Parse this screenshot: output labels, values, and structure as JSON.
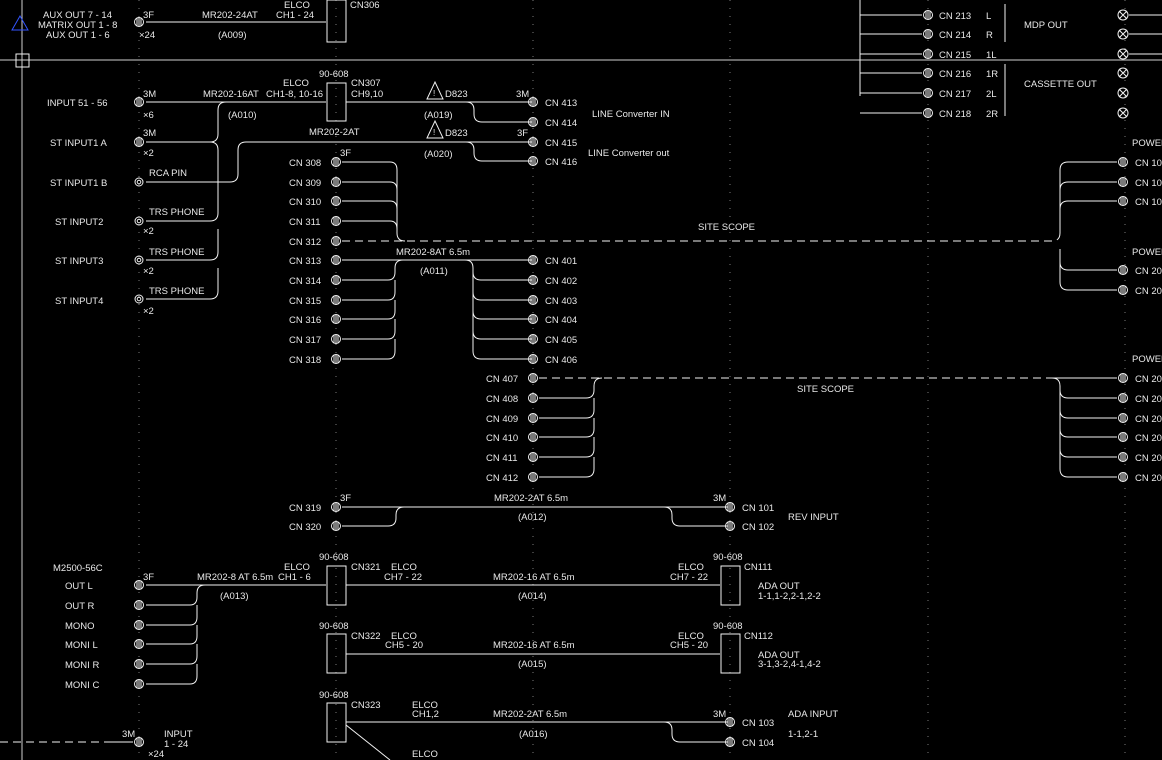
{
  "top_left": {
    "aux_out_7_14": "AUX OUT 7 - 14",
    "matrix_out": "MATRIX OUT 1 - 8",
    "aux_out_1_6": "AUX OUT 1 - 6",
    "len": "3F",
    "qty": "×24",
    "cable": "MR202-24AT",
    "code": "(A009)",
    "elco": "ELCO",
    "ch": "CH1 - 24",
    "cn": "CN306"
  },
  "top_right": {
    "mdp_title": "MDP OUT",
    "cassette_title": "CASSETTE OUT",
    "rows": [
      {
        "cn": "CN 213",
        "tag": "L"
      },
      {
        "cn": "CN 214",
        "tag": "R"
      },
      {
        "cn": "CN 215",
        "tag": "1L"
      },
      {
        "cn": "CN 216",
        "tag": "1R"
      },
      {
        "cn": "CN 217",
        "tag": "2L"
      },
      {
        "cn": "CN 218",
        "tag": "2R"
      }
    ]
  },
  "inputs": {
    "input_51_56": "INPUT 51 - 56",
    "len_3m": "3M",
    "qty_x6": "×6",
    "st_input1_a": "ST INPUT1  A",
    "qty_x2": "×2",
    "st_input1_b": "ST INPUT1  B",
    "rca_pin": "RCA PIN",
    "st_input2": "ST INPUT2",
    "st_input3": "ST INPUT3",
    "st_input4": "ST INPUT4",
    "trs_phone": "TRS PHONE",
    "cable_16": "MR202-16AT",
    "code_a010": "(A010)",
    "elco": "ELCO",
    "ch_307": "CH1-8, 10-16",
    "num_307": "90-608",
    "cn307": "CN307",
    "ch_9_10": "CH9,10",
    "cable_2": "MR202-2AT",
    "d823": "D823",
    "code_a019": "(A019)",
    "code_a020": "(A020)",
    "len_3f": "3F",
    "cn413": "CN 413",
    "cn414": "CN 414",
    "cn415": "CN 415",
    "cn416": "CN 416",
    "line_conv_in": "LINE Converter IN",
    "line_conv_out": "LINE Converter out"
  },
  "mid": {
    "left_cns": [
      "CN 308",
      "CN 309",
      "CN 310",
      "CN 311",
      "CN 312",
      "CN 313",
      "CN 314",
      "CN 315",
      "CN 316",
      "CN 317",
      "CN 318"
    ],
    "len_3f": "3F",
    "cable": "MR202-8AT 6.5m",
    "code": "(A011)",
    "right_cns": [
      "CN 401",
      "CN 402",
      "CN 403",
      "CN 404",
      "CN 405",
      "CN 406"
    ],
    "site_scope": "SITE SCOPE"
  },
  "mid2": {
    "cns": [
      "CN 407",
      "CN 408",
      "CN 409",
      "CN 410",
      "CN 411",
      "CN 412"
    ],
    "site_scope": "SITE SCOPE"
  },
  "right_edge": {
    "power_labels": [
      "POWER",
      "POWER",
      "POWER"
    ],
    "cns": [
      "CN 10",
      "CN 10",
      "CN 10",
      "CN 20",
      "CN 20",
      "CN 20",
      "CN 20",
      "CN 20",
      "CN 20",
      "CN 20",
      "CN 20"
    ]
  },
  "rev": {
    "cn319": "CN 319",
    "cn320": "CN 320",
    "len_3f": "3F",
    "len_3m": "3M",
    "cable": "MR202-2AT 6.5m",
    "code": "(A012)",
    "cn101": "CN 101",
    "cn102": "CN 102",
    "title": "REV INPUT"
  },
  "m2500": {
    "title": "M2500-56C",
    "outs": [
      "OUT L",
      "OUT R",
      "MONO",
      "MONI L",
      "MONI R",
      "MONI C"
    ],
    "len_3f": "3F",
    "cable": "MR202-8 AT 6.5m",
    "code": "(A013)",
    "elco": "ELCO",
    "ch": "CH1 - 6",
    "num": "90-608",
    "cn321": "CN321",
    "elco2": "ELCO",
    "ch2": "CH7 - 22",
    "cable2": "MR202-16 AT 6.5m",
    "code2": "(A014)",
    "elco3": "ELCO",
    "ch3": "CH7 - 22",
    "num3": "90-608",
    "cn111": "CN111",
    "ada_out": "ADA OUT",
    "ada_out_ch": "1-1,1-2,2-1,2-2"
  },
  "row322": {
    "num": "90-608",
    "cn322": "CN322",
    "elco": "ELCO",
    "ch": "CH5 - 20",
    "cable": "MR202-16 AT 6.5m",
    "code": "(A015)",
    "elco2": "ELCO",
    "ch2": "CH5 - 20",
    "num2": "90-608",
    "cn112": "CN112",
    "ada_out": "ADA OUT",
    "ada_out_ch": "3-1,3-2,4-1,4-2"
  },
  "row323": {
    "num": "90-608",
    "cn323": "CN323",
    "elco": "ELCO",
    "ch": "CH1,2",
    "cable": "MR202-2AT 6.5m",
    "code": "(A016)",
    "len_3m": "3M",
    "cn103": "CN 103",
    "cn104": "CN 104",
    "ada_input": "ADA INPUT",
    "ada_input_ch": "1-1,2-1",
    "elco_bottom": "ELCO"
  },
  "bottom_left": {
    "len_3m": "3M",
    "input": "INPUT",
    "range": "1 - 24",
    "qty": "×24"
  }
}
